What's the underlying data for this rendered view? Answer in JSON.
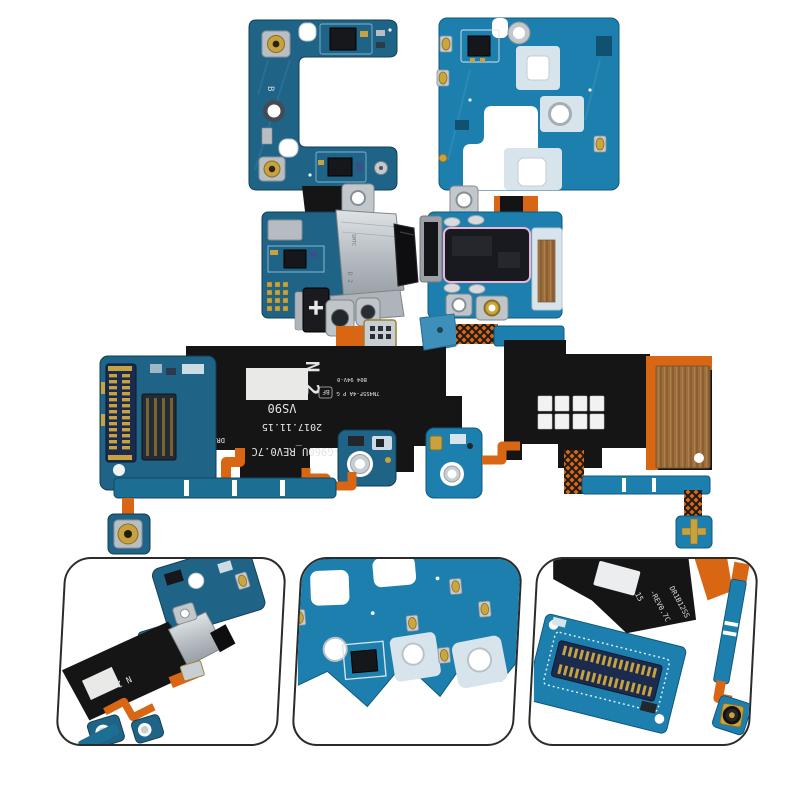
{
  "background_color": "#ffffff",
  "colors": {
    "pcb_front": "#1f6487",
    "pcb_front_dark": "#123f56",
    "pcb_back": "#1d7fae",
    "pcb_back_dark": "#0f5a7e",
    "flex_black": "#151515",
    "flex_orange": "#d96612",
    "copper_pad": "#9c6f3d",
    "gold": "#c8a23f",
    "metal_silver": "#b9bec3",
    "silkscreen": "#d7e4ec",
    "rubber_blue": "#3e90ba",
    "gasket_pink": "#f0bcd9",
    "connector_navy": "#1b2b4e"
  },
  "markings": {
    "flex_label": {
      "size_code": "N 2",
      "vendor_code": "VS90",
      "cert_badge": "BF",
      "cert_line1": "7N4S5F-4A P G",
      "cert_line2": "B04 94V-0",
      "date_code": "2017.11.15",
      "model_code": "SM-G960U_REV0.7C",
      "lot_code": "DR1B12SS"
    },
    "top_board_letter": "B",
    "usb_connector": {
      "brand": "SMTC",
      "code": "D 2"
    },
    "thumb3": {
      "lot_code": "DR1B12SS",
      "rev_fragment": "-REV0.7C",
      "date_fragment": ".15"
    }
  }
}
